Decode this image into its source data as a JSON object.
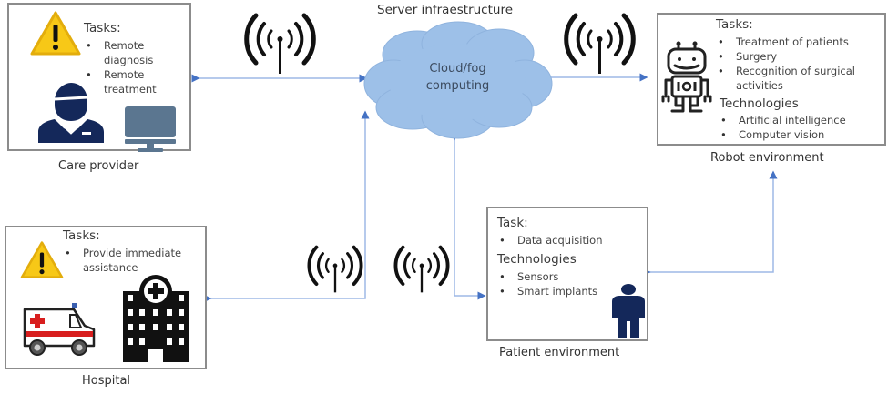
{
  "diagram": {
    "server": {
      "title": "Server infraestructure",
      "cloud_line1": "Cloud/fog",
      "cloud_line2": "computing"
    },
    "care_provider": {
      "caption": "Care provider",
      "tasks_heading": "Tasks:",
      "tasks": [
        "Remote diagnosis",
        "Remote treatment"
      ],
      "icons": [
        "warning-icon",
        "doctor-icon",
        "monitor-icon"
      ]
    },
    "robot_environment": {
      "caption": "Robot environment",
      "tasks_heading": "Tasks:",
      "tasks": [
        "Treatment of patients",
        "Surgery",
        "Recognition of surgical activities"
      ],
      "technologies_heading": "Technologies",
      "technologies": [
        "Artificial intelligence",
        "Computer vision"
      ],
      "icons": [
        "robot-icon"
      ]
    },
    "hospital": {
      "caption": "Hospital",
      "tasks_heading": "Tasks:",
      "tasks": [
        "Provide immediate assistance"
      ],
      "icons": [
        "warning-icon",
        "ambulance-icon",
        "hospital-building-icon"
      ]
    },
    "patient_environment": {
      "caption": "Patient environment",
      "tasks_heading": "Task:",
      "tasks": [
        "Data acquisition"
      ],
      "technologies_heading": "Technologies",
      "technologies": [
        "Sensors",
        "Smart implants"
      ],
      "icons": [
        "patient-icon"
      ]
    },
    "colors": {
      "connector": "#4472c4",
      "connector_light": "#9db8e6",
      "cloud_fill": "#9dc0e8",
      "box_border": "#8c8c8c",
      "doctor": "#14285a",
      "monitor": "#5b7690",
      "warning": "#f7c817"
    }
  }
}
